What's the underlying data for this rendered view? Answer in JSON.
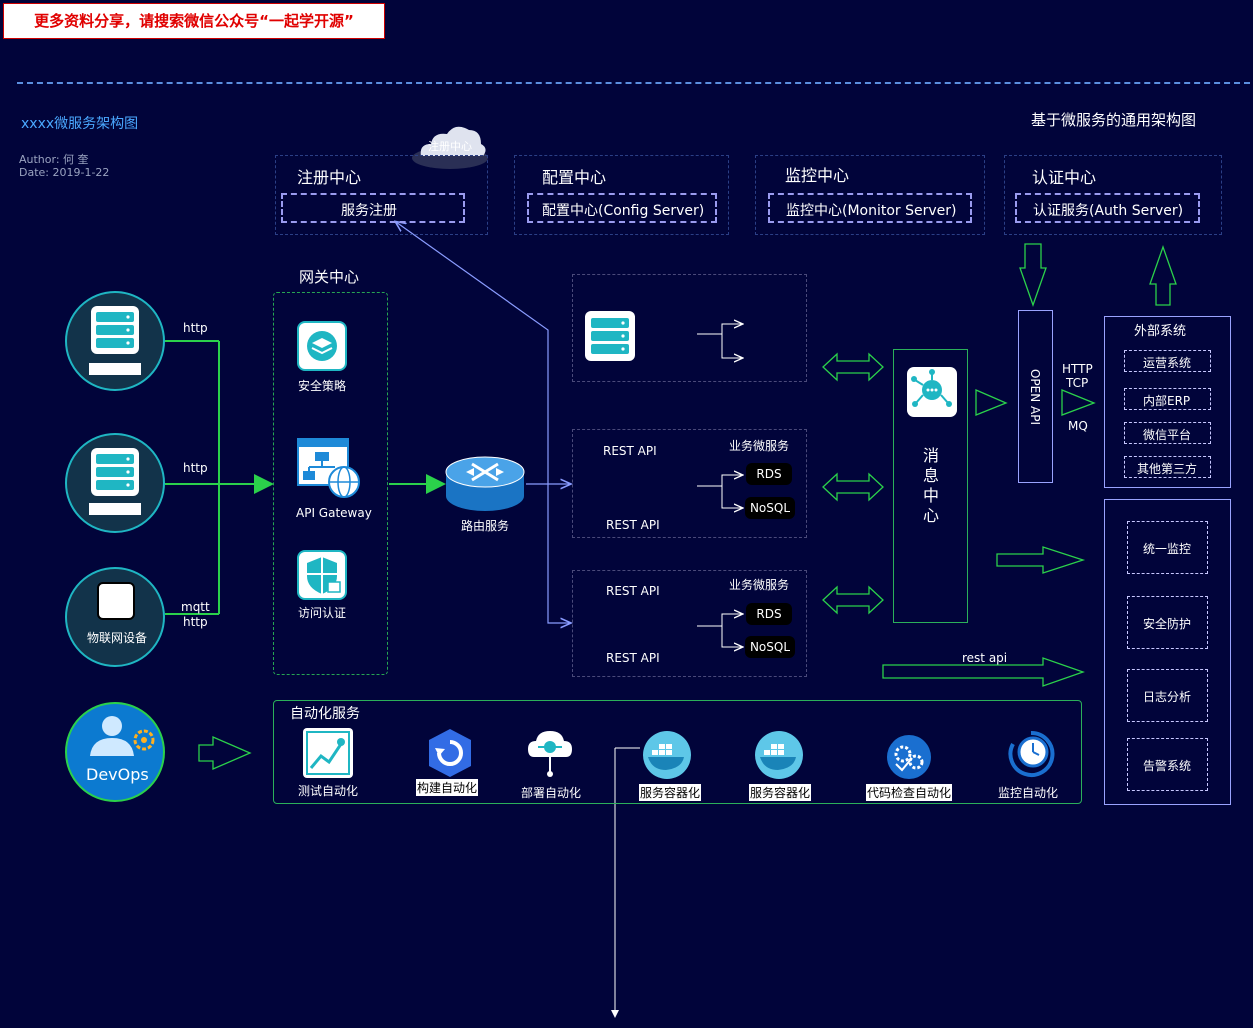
{
  "banner": "更多资料分享，请搜索微信公众号“一起学开源”",
  "diagram": {
    "title": "xxxx微服务架构图",
    "author": "Author: 何  奎",
    "date": "Date: 2019-1-22",
    "main_title": "基于微服务的通用架构图"
  },
  "cloud_label": "注册中心",
  "top_centers": [
    {
      "title": "注册中心",
      "item": "服务注册"
    },
    {
      "title": "配置中心",
      "item": "配置中心(Config Server)"
    },
    {
      "title": "监控中心",
      "item": "监控中心(Monitor Server)"
    },
    {
      "title": "认证中心",
      "item": "认证服务(Auth Server)"
    }
  ],
  "clients": {
    "protocols": [
      "http",
      "http",
      "mqtt",
      "http"
    ],
    "iot_label": "物联网设备",
    "devops_label": "DevOps"
  },
  "gateway": {
    "title": "网关中心",
    "items": [
      "安全策略",
      "API Gateway",
      "访问认证"
    ]
  },
  "router_label": "路由服务",
  "services": [
    {
      "rest_top": "REST API",
      "rest_bottom": "REST API",
      "group": "业务微服务",
      "stores": [
        "RDS",
        "NoSQL"
      ]
    },
    {
      "rest_top": "REST API",
      "rest_bottom": "REST API",
      "group": "业务微服务",
      "stores": [
        "RDS",
        "NoSQL"
      ]
    }
  ],
  "message_center": "消息中心",
  "open_api": "OPEN API",
  "protocols_right": {
    "http": "HTTP",
    "tcp": "TCP",
    "mq": "MQ"
  },
  "rest_api_label": "rest api",
  "external": {
    "title": "外部系统",
    "items": [
      "运营系统",
      "内部ERP",
      "微信平台",
      "其他第三方"
    ]
  },
  "ops": {
    "items": [
      "统一监控",
      "安全防护",
      "日志分析",
      "告警系统"
    ]
  },
  "automation": {
    "title": "自动化服务",
    "items": [
      "测试自动化",
      "构建自动化",
      "部署自动化",
      "服务容器化",
      "服务容器化",
      "代码检查自动化",
      "监控自动化"
    ]
  },
  "colors": {
    "background": "#01043a",
    "green_line": "#2bd14b",
    "cyan": "#1fb6c3",
    "lavender": "#9a9bf0",
    "banner_red": "#e00000"
  }
}
